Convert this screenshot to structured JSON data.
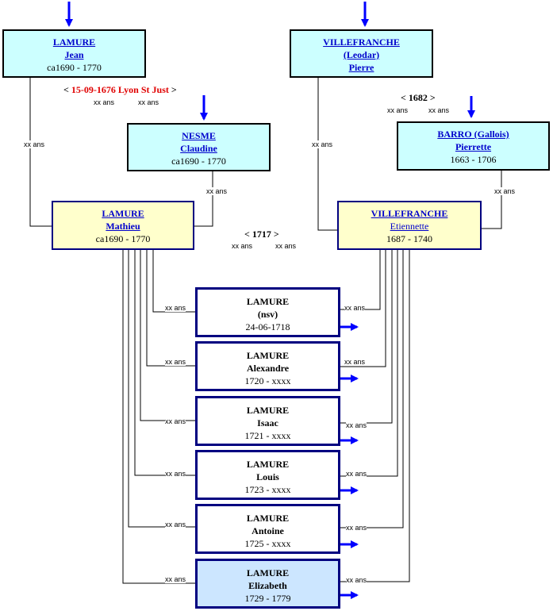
{
  "persons": {
    "lamure_jean": {
      "surname": "LAMURE",
      "given": "Jean",
      "dates": "ca1690 - 1770"
    },
    "villefranche_pierre": {
      "surname": "VILLEFRANCHE",
      "given_extra": "(Leodar)",
      "given": "Pierre"
    },
    "nesme_claudine": {
      "surname": "NESME",
      "given": "Claudine",
      "dates": "ca1690 - 1770"
    },
    "barro_pierrette": {
      "surname": "BARRO (Gallois)",
      "given": "Pierrette",
      "dates": "1663 - 1706"
    },
    "lamure_mathieu": {
      "surname": "LAMURE",
      "given": "Mathieu",
      "dates": "ca1690 - 1770"
    },
    "villefranche_etiennette": {
      "surname": "VILLEFRANCHE",
      "given": "Etiennette",
      "dates": "1687 - 1740"
    }
  },
  "marriages": {
    "m1676": {
      "open": "< ",
      "date": "15-09-1676 Lyon St Just",
      "close": " >"
    },
    "m1682": {
      "text": "< 1682 >"
    },
    "m1717": {
      "text": "< 1717 >"
    }
  },
  "age_label": "xx ans",
  "children": [
    {
      "surname": "LAMURE",
      "given": "(nsv)",
      "dates": "24-06-1718"
    },
    {
      "surname": "LAMURE",
      "given": "Alexandre",
      "dates": "1720 - xxxx"
    },
    {
      "surname": "LAMURE",
      "given": "Isaac",
      "dates": "1721 - xxxx"
    },
    {
      "surname": "LAMURE",
      "given": "Louis",
      "dates": "1723 - xxxx"
    },
    {
      "surname": "LAMURE",
      "given": "Antoine",
      "dates": "1725 - xxxx"
    },
    {
      "surname": "LAMURE",
      "given": "Elizabeth",
      "dates": "1729 - 1779"
    }
  ],
  "colors": {
    "arrow": "#0000ff",
    "line": "#000000",
    "cyan_box": "#ccffff",
    "yellow_box": "#ffffcc",
    "highlight_box": "#cce6ff",
    "marriage_date": "#e00000"
  }
}
